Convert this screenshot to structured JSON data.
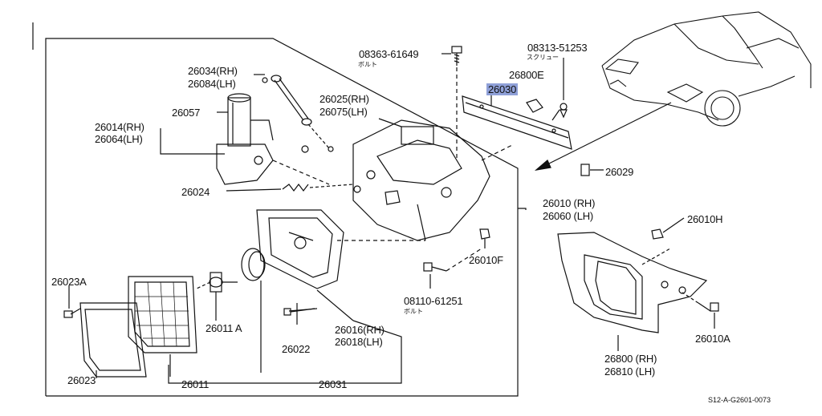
{
  "diagram": {
    "labels": {
      "p08363": "08363-61649",
      "p08363_sub": "ボルト",
      "p08313": "08313-51253",
      "p08313_sub": "スクリュー",
      "p26800e": "26800E",
      "p26030": "26030",
      "p26029": "26029",
      "p26034": "26034(RH)",
      "p26084": "26084(LH)",
      "p26057": "26057",
      "p26014": "26014(RH)",
      "p26064": "26064(LH)",
      "p26025": "26025(RH)",
      "p26075": "26075(LH)",
      "p26024": "26024",
      "p26010rh": "26010 (RH)",
      "p26060": "26060 (LH)",
      "p26010h": "26010H",
      "p26010cf": "26010F",
      "p08110": "08110-61251",
      "p08110_sub": "ボルト",
      "p26023a": "26023A",
      "p26011a": "26011 A",
      "p26016": "26016(RH)",
      "p26018": "26018(LH)",
      "p26022": "26022",
      "p26010a": "26010A",
      "p26800rh": "26800 (RH)",
      "p26810": "26810 (LH)",
      "p26023": "26023",
      "p26011": "26011",
      "p26031": "26031",
      "code": "S12-A-G2601-0073"
    },
    "highlight_color": "#8fa0d8"
  }
}
